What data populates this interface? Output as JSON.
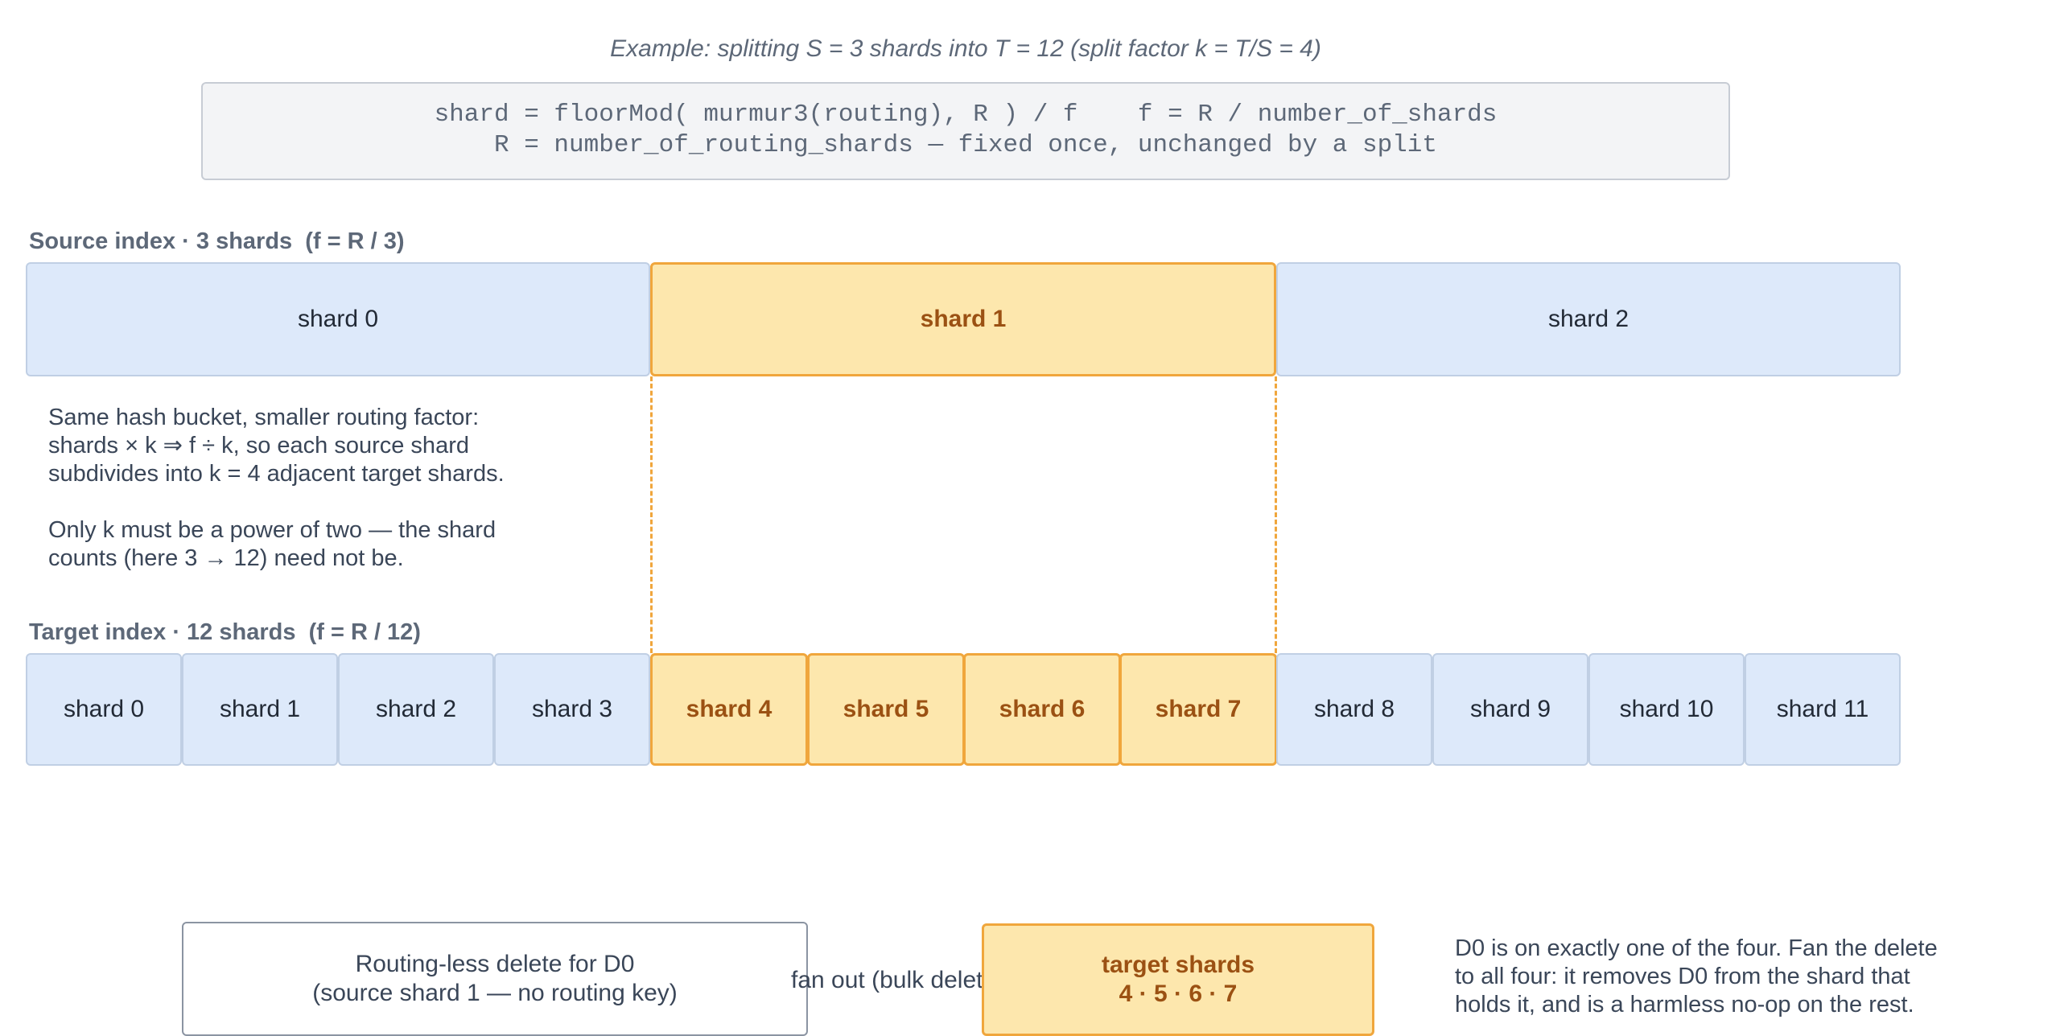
{
  "title": "Example: splitting S = 3 shards into T = 12 (split factor k = T/S = 4)",
  "formula": {
    "line1": "shard = floorMod( murmur3(routing), R ) / f    f = R / number_of_shards",
    "line2": "R = number_of_routing_shards — fixed once, unchanged by a split"
  },
  "source": {
    "label": "Source index · 3 shards  (f = R / 3)",
    "shards": [
      "shard 0",
      "shard 1",
      "shard 2"
    ],
    "highlight_index": 1
  },
  "notes": {
    "p1": [
      "Same hash bucket, smaller routing factor:",
      "shards × k ⇒ f ÷ k, so each source shard",
      "subdivides into k = 4 adjacent target shards."
    ],
    "p2": [
      "Only k must be a power of two — the shard",
      "counts (here 3 → 12) need not be."
    ]
  },
  "target": {
    "label": "Target index · 12 shards  (f = R / 12)",
    "shards": [
      "shard 0",
      "shard 1",
      "shard 2",
      "shard 3",
      "shard 4",
      "shard 5",
      "shard 6",
      "shard 7",
      "shard 8",
      "shard 9",
      "shard 10",
      "shard 11"
    ],
    "highlight_indices": [
      4,
      5,
      6,
      7
    ]
  },
  "delete_box": {
    "line1": "Routing-less delete for D0",
    "line2": "(source shard 1 — no routing key)"
  },
  "fan_out_label": "fan out (bulk delete)",
  "target_box": {
    "line1": "target shards",
    "line2": "4 · 5 · 6 · 7"
  },
  "explanation": [
    "D0 is on exactly one of the four. Fan the delete",
    "to all four: it removes D0 from the shard that",
    "holds it, and is a harmless no-op on the rest."
  ]
}
